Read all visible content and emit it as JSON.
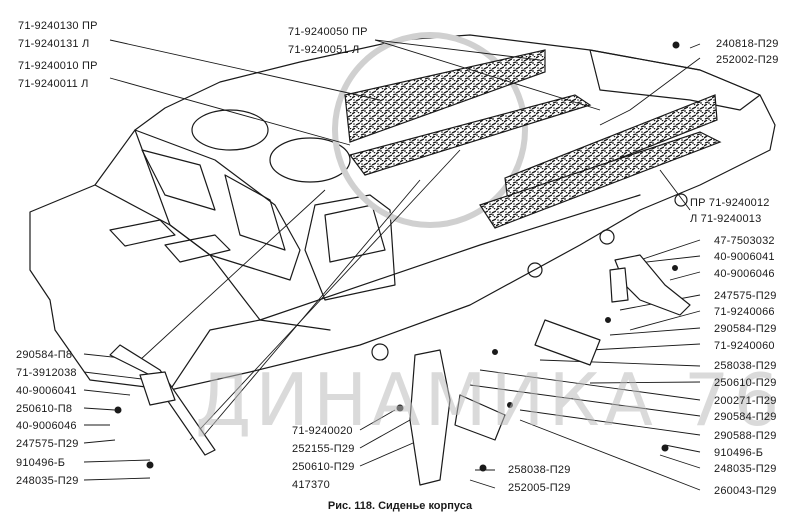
{
  "caption": "Рис. 118. Сиденье корпуса",
  "watermark": "ДИНАМИКА 76",
  "labels": {
    "l1": "71-9240130 ПР",
    "l2": "71-9240131 Л",
    "l3": "71-9240010 ПР",
    "l4": "71-9240011 Л",
    "l5": "71-9240050 ПР",
    "l6": "71-9240051 Л",
    "r1": "240818-П29",
    "r2": "252002-П29",
    "r3": "ПР 71-9240012",
    "r4": "Л 71-9240013",
    "r5": "47-7503032",
    "r6": "40-9006041",
    "r7": "40-9006046",
    "r8": "247575-П29",
    "r9": "71-9240066",
    "r10": "290584-П29",
    "r11": "71-9240060",
    "r12": "258038-П29",
    "r13": "250610-П29",
    "r14": "200271-П29",
    "r15": "290584-П29",
    "r16": "290588-П29",
    "r17": "910496-Б",
    "r18": "248035-П29",
    "r19": "260043-П29",
    "b1": "258038-П29",
    "b2": "252005-П29",
    "m1": "71-9240020",
    "m2": "252155-П29",
    "m3": "250610-П29",
    "m4": "417370",
    "s1": "290584-П8",
    "s2": "71-3912038",
    "s3": "40-9006041",
    "s4": "250610-П8",
    "s5": "40-9006046",
    "s6": "247575-П29",
    "s7": "910496-Б",
    "s8": "248035-П29"
  }
}
